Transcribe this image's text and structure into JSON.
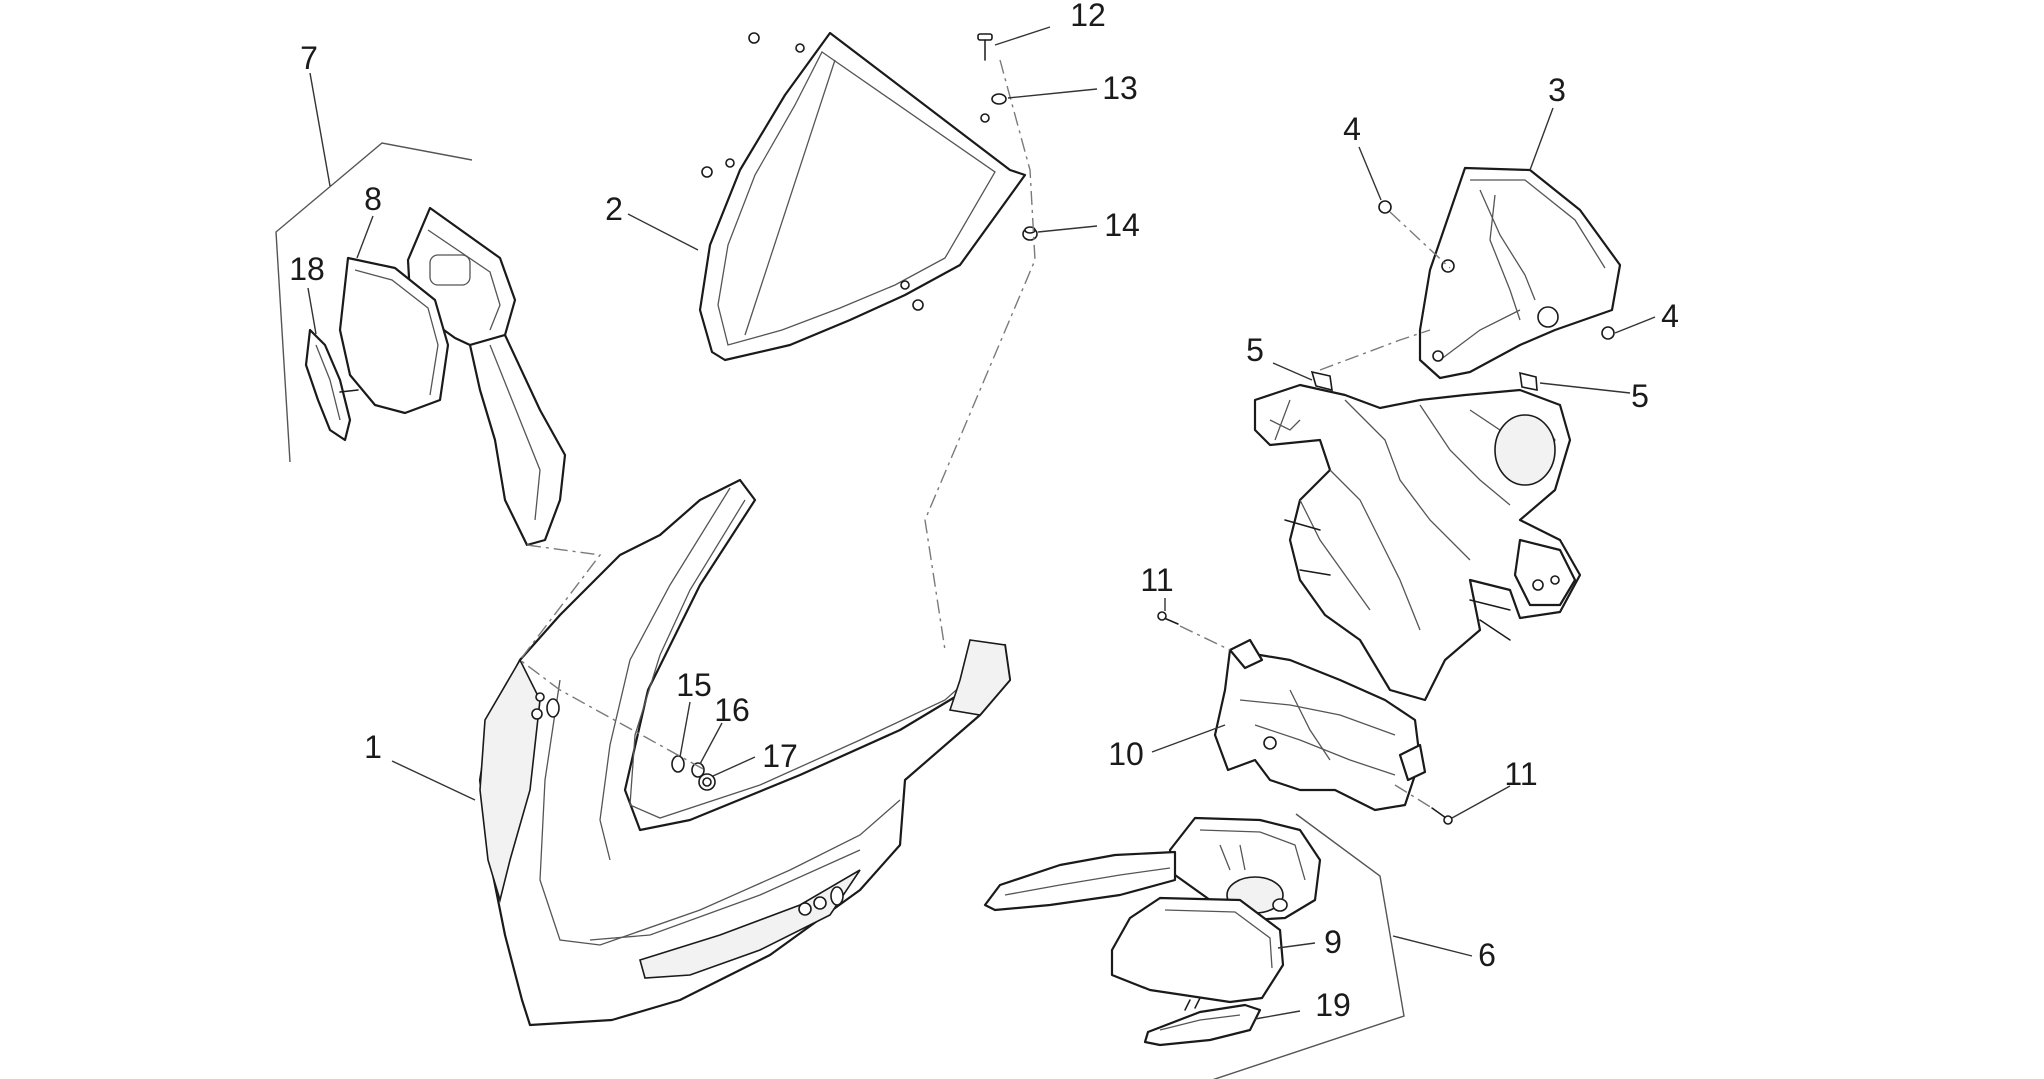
{
  "callouts": [
    {
      "id": "1",
      "label": "1"
    },
    {
      "id": "2",
      "label": "2"
    },
    {
      "id": "3",
      "label": "3"
    },
    {
      "id": "4a",
      "label": "4"
    },
    {
      "id": "4b",
      "label": "4"
    },
    {
      "id": "5a",
      "label": "5"
    },
    {
      "id": "5b",
      "label": "5"
    },
    {
      "id": "6",
      "label": "6"
    },
    {
      "id": "7",
      "label": "7"
    },
    {
      "id": "8",
      "label": "8"
    },
    {
      "id": "9",
      "label": "9"
    },
    {
      "id": "10",
      "label": "10"
    },
    {
      "id": "11a",
      "label": "11"
    },
    {
      "id": "11b",
      "label": "11"
    },
    {
      "id": "12",
      "label": "12"
    },
    {
      "id": "13",
      "label": "13"
    },
    {
      "id": "14",
      "label": "14"
    },
    {
      "id": "15",
      "label": "15"
    },
    {
      "id": "16",
      "label": "16"
    },
    {
      "id": "17",
      "label": "17"
    },
    {
      "id": "18",
      "label": "18"
    },
    {
      "id": "19",
      "label": "19"
    }
  ],
  "style": {
    "line_color": "#1a1a1a",
    "background": "#ffffff"
  }
}
